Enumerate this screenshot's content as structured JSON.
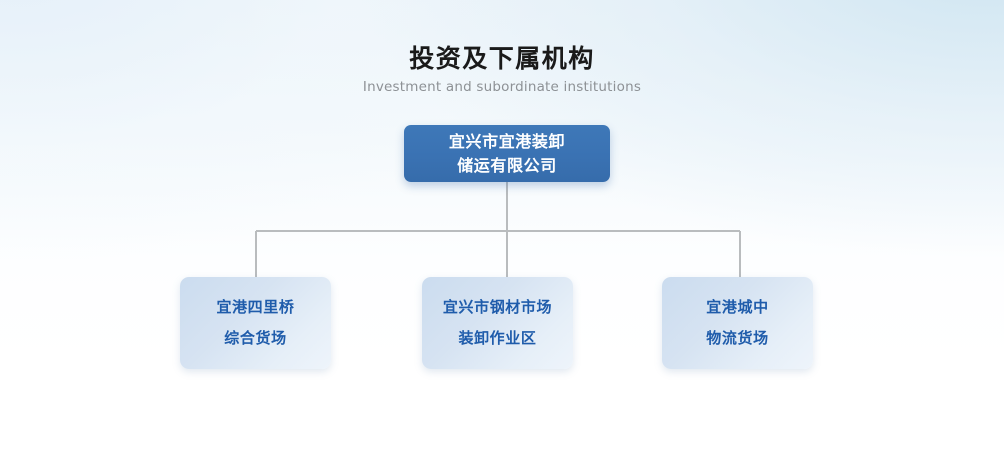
{
  "header": {
    "title": "投资及下属机构",
    "subtitle": "Investment and subordinate institutions"
  },
  "colors": {
    "root_fill": "#3a72b3",
    "root_text": "#ffffff",
    "child_fill": "#d6e3f2",
    "child_text": "#1f5cab",
    "connector": "#b9bcbe",
    "background_top": "#eef5fa",
    "background_bottom": "#ffffff",
    "title_text": "#1a1a1a",
    "subtitle_text": "#8d9195"
  },
  "chart_data": {
    "type": "diagram",
    "diagram_type": "organization-chart",
    "title": "投资及下属机构",
    "subtitle": "Investment and subordinate institutions",
    "root": {
      "id": "root",
      "lines": [
        "宜兴市宜港装卸",
        "储运有限公司"
      ],
      "text": "宜兴市宜港装卸储运有限公司"
    },
    "children": [
      {
        "id": "child-0",
        "lines": [
          "宜港四里桥",
          "综合货场"
        ],
        "text": "宜港四里桥综合货场"
      },
      {
        "id": "child-1",
        "lines": [
          "宜兴市钢材市场",
          "装卸作业区"
        ],
        "text": "宜兴市钢材市场装卸作业区"
      },
      {
        "id": "child-2",
        "lines": [
          "宜港城中",
          "物流货场"
        ],
        "text": "宜港城中物流货场"
      }
    ],
    "edges": [
      {
        "from": "root",
        "to": "child-0"
      },
      {
        "from": "root",
        "to": "child-1"
      },
      {
        "from": "root",
        "to": "child-2"
      }
    ],
    "layout": {
      "orientation": "top-down",
      "levels": 2,
      "connector_style": "orthogonal"
    }
  }
}
